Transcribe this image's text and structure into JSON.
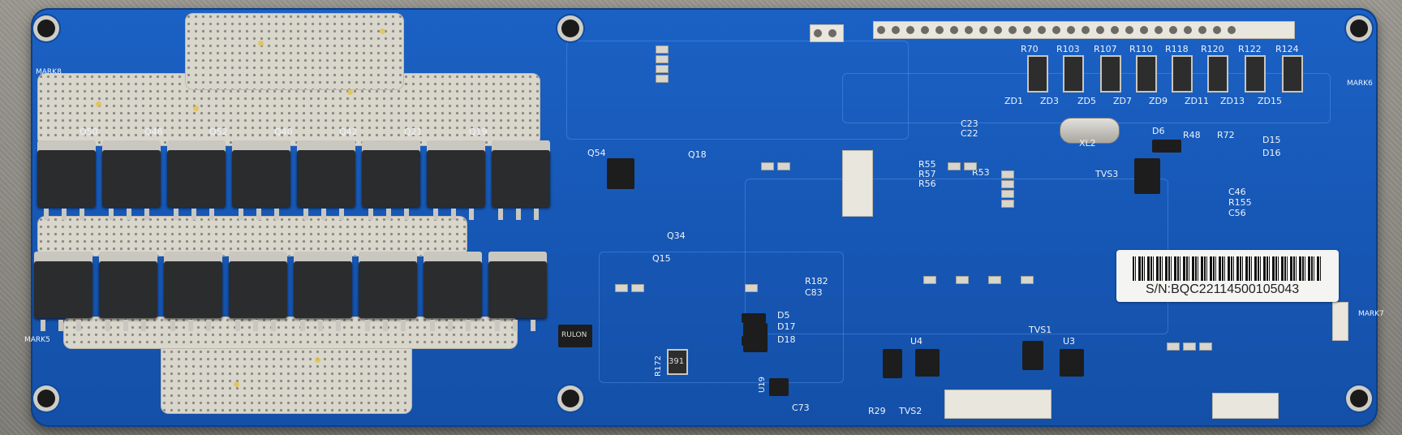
{
  "board": {
    "serial": "S/N:BQC22114500105043",
    "corner_marks": [
      "MARK6",
      "MARK7",
      "MARK8",
      "MARK5"
    ],
    "resistor_labels_top": [
      "R70",
      "R103",
      "R107",
      "R110",
      "R118",
      "R120",
      "R122",
      "R124"
    ],
    "zener_labels": [
      "ZD1",
      "ZD3",
      "ZD5",
      "ZD7",
      "ZD9",
      "ZD11",
      "ZD13",
      "ZD15"
    ],
    "mosfet_labels": [
      "Q50",
      "Q48",
      "Q52",
      "Q40",
      "Q42",
      "Q21",
      "Q19"
    ],
    "misc_labels": [
      "XL2",
      "TVS3",
      "TVS1",
      "TVS2",
      "D6",
      "U4",
      "U3",
      "Q54",
      "R48",
      "R72",
      "D15",
      "D16",
      "C46",
      "R155",
      "C56",
      "C23",
      "C22",
      "R53",
      "R55",
      "R57",
      "R56",
      "Q18",
      "Q15",
      "Q34",
      "R182",
      "C83",
      "R172",
      "R29",
      "U19",
      "C73",
      "D5",
      "D17",
      "D18"
    ],
    "chip_marking": "391",
    "diode_marking": "RULON",
    "colors": {
      "pcb": "#1656b3",
      "solder_pad": "#d9d6cc",
      "component": "#2b2c2e",
      "label": "#f4f4f2"
    }
  }
}
